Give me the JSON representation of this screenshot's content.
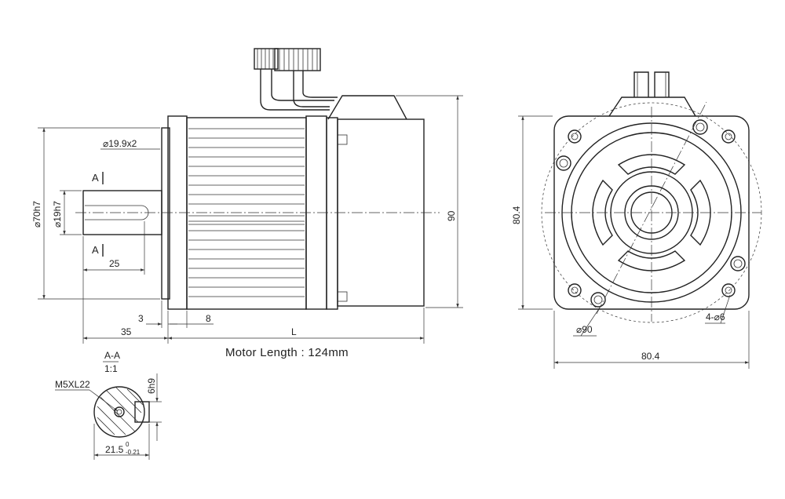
{
  "caption": "Motor Length : 124mm",
  "side_view": {
    "section_marker": "A",
    "flange_dia": "⌀70h7",
    "shaft_dia": "⌀19h7",
    "keyway": "⌀19.9x2",
    "key_length": "25",
    "shaft_length": "35",
    "spigot": "3",
    "flange_thickness": "8",
    "body_length": "L",
    "height": "90"
  },
  "end_view": {
    "height": "80.4",
    "width": "80.4",
    "pcd": "⌀90",
    "holes": "4-⌀6"
  },
  "section_view": {
    "title": "A-A",
    "scale": "1:1",
    "thread": "M5XL22",
    "key_width": "6h9",
    "dim_base": "21.5",
    "tol_upper": "0",
    "tol_lower": "-0.21"
  }
}
